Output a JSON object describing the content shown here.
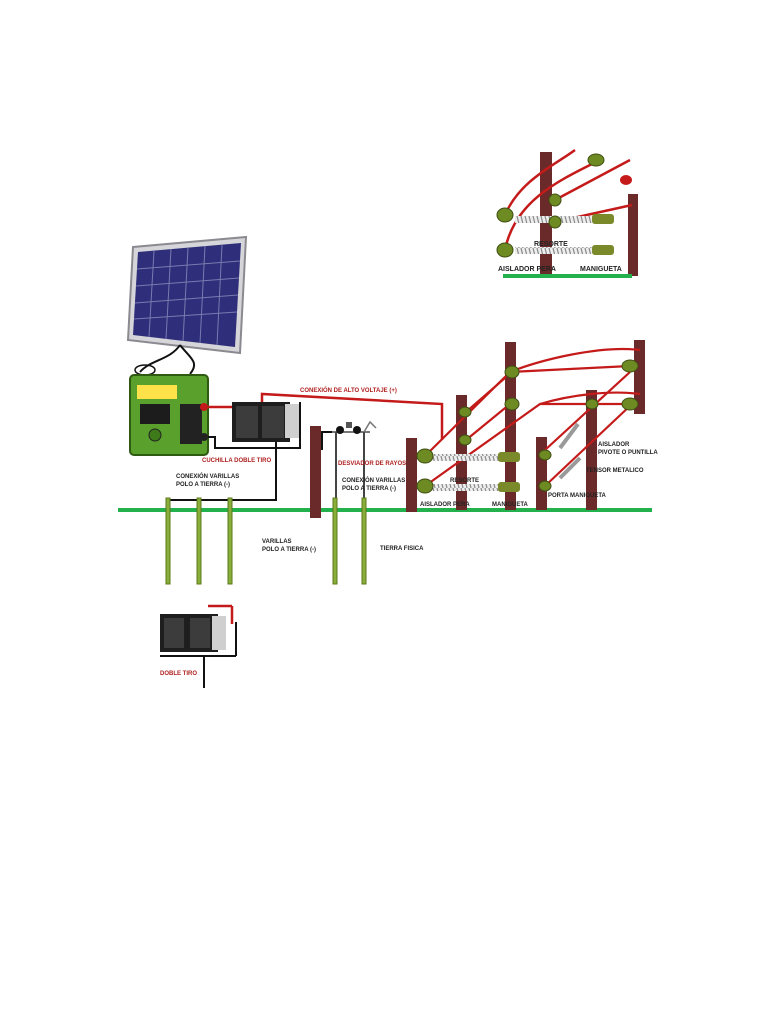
{
  "colors": {
    "hot_wire": "#c41a1a",
    "ground_wire": "#111111",
    "ground_line": "#22b14c",
    "post": "#6b2a2a",
    "insulator": "#7a8a2a",
    "spring": "#9a9a9a",
    "energizer_body": "#5aa02c",
    "panel_cell": "#2e2e7a",
    "rod": "#8aae3a",
    "label_red": "#b02020",
    "label_dark": "#222222"
  },
  "labels": {
    "inset_resorte": "RESORTE",
    "inset_aislador_pera": "AISLADOR PERA",
    "inset_manigueta": "MANIGUETA",
    "alto_voltaje": "CONEXIÓN DE ALTO VOLTAJE (+)",
    "cuchilla": "CUCHILLA DOBLE TIRO",
    "conexion_varillas_1": "CONEXIÓN VARILLAS",
    "polo_tierra_1": "POLO A TIERRA (-)",
    "desviador": "DESVIADOR DE RAYOS",
    "conexion_varillas_2": "CONEXIÓN VARILLAS",
    "polo_tierra_2": "POLO A TIERRA (-)",
    "varillas": "VARILLAS",
    "polo_tierra_3": "POLO A TIERRA (-)",
    "tierra_fisica": "TIERRA FISICA",
    "aislador_pivote_1": "AISLADOR",
    "aislador_pivote_2": "PIVOTE O PUNTILLA",
    "tensor": "TENSOR METALICO",
    "resorte": "RESORTE",
    "aislador_pera": "AISLADOR PERA",
    "manigueta": "MANIGUETA",
    "porta_manigueta": "PORTA MANIGUETA",
    "bottom_cuchilla": "DOBLE TIRO"
  },
  "icons": {
    "solar_panel": "solar-panel-icon",
    "energizer": "energizer-icon",
    "switch": "double-throw-switch-icon",
    "lightning_diverter": "lightning-diverter-icon"
  }
}
